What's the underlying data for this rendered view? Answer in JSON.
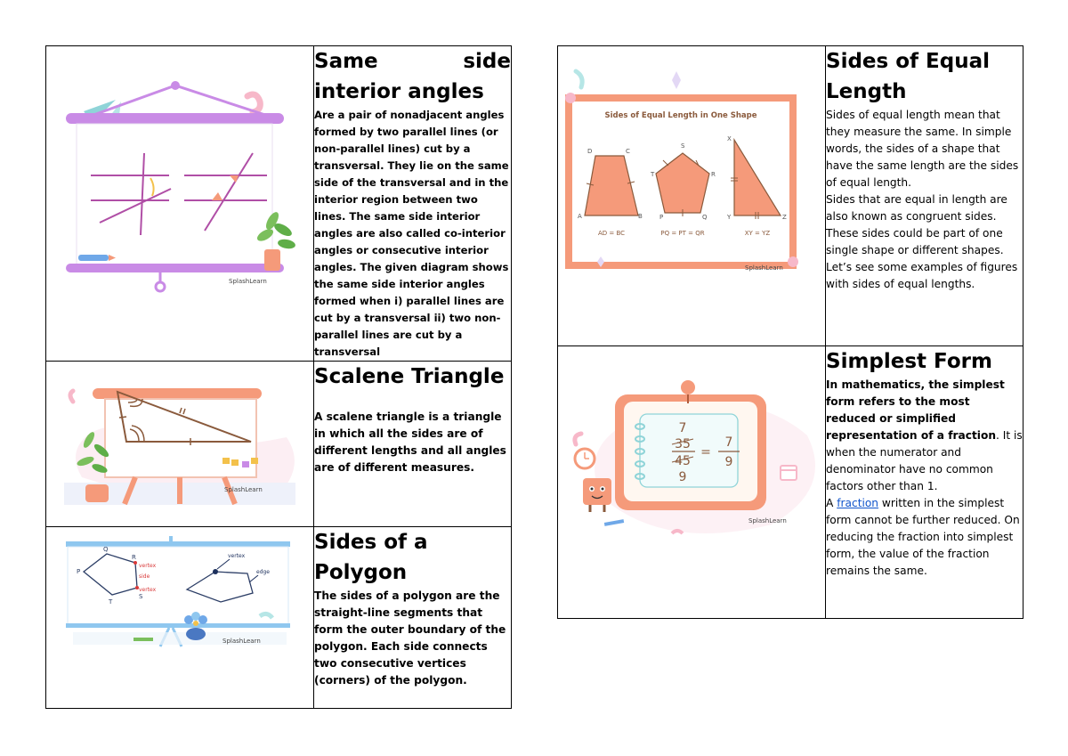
{
  "cards": {
    "same_side": {
      "title_a": "Same",
      "title_b": "side",
      "title_c": "interior angles",
      "body": "Are a pair of nonadjacent angles formed by two parallel lines (or non-parallel lines) cut by a transversal. They lie on the same side of the transversal and in the interior region between two lines. The same side interior angles are also called co-interior angles or consecutive interior angles. The given diagram shows the same side interior angles formed when i) parallel lines are cut by a transversal ii) two non-parallel lines are cut by a transversal",
      "image": {
        "brand": "SplashLearn"
      }
    },
    "scalene": {
      "title": "Scalene Triangle",
      "body": "A scalene triangle is a triangle in which all the sides are of different lengths and all angles are of different measures.",
      "image": {
        "brand": "SplashLearn"
      }
    },
    "polygon": {
      "title_a": "Sides of a",
      "title_b": "Polygon",
      "body": "The sides of a polygon are the straight-line segments that form the outer boundary of the polygon. Each side connects two consecutive vertices (corners) of the polygon.",
      "image": {
        "brand": "SplashLearn",
        "labels": {
          "p": "P",
          "q": "Q",
          "r": "R",
          "s": "S",
          "t": "T",
          "vertex1": "vertex",
          "side": "side",
          "vertex2": "vertex",
          "vertex3": "vertex",
          "edge": "edge"
        }
      }
    },
    "equal_length": {
      "title_a": "Sides of Equal",
      "title_b": "Length",
      "body_1": "Sides of equal length mean that they measure the same. In simple words, the sides of a shape that have the same length are the sides of equal length.",
      "body_2": "Sides that are equal in length are also known as congruent sides. These sides could be part of one single shape or different shapes. Let’s see some examples of figures with sides of equal lengths.",
      "image": {
        "brand": "SplashLearn",
        "heading": "Sides of Equal Length in One Shape",
        "labels": {
          "a": "A",
          "b": "B",
          "c": "C",
          "d": "D",
          "s": "S",
          "t": "T",
          "r": "R",
          "p": "P",
          "q": "Q",
          "x": "X",
          "y": "Y",
          "z": "Z"
        },
        "cap1": "AD = BC",
        "cap2": "PQ = PT = QR",
        "cap3": "XY = YZ"
      }
    },
    "simplest": {
      "title": "Simplest Form",
      "body_bold": "In mathematics, the simplest form refers to the most reduced or simplified representation of a fraction",
      "body_dot": ".",
      "body_rest": " It is when the numerator and denominator have no common factors other than 1.",
      "body_a": "A ",
      "link": "fraction",
      "body_after_link": " written in the simplest form cannot be further reduced. On reducing the fraction into simplest form, the value of the fraction remains the same.",
      "image": {
        "brand": "SplashLearn",
        "n1": "7",
        "n2": "35",
        "d2": "45",
        "d1": "9",
        "eq": "=",
        "n3": "7",
        "d3": "9"
      }
    }
  },
  "colors": {
    "purple": "#c98be6",
    "salmon": "#f59a7a",
    "blue": "#8fc7ef",
    "pink": "#f7b8c9"
  }
}
